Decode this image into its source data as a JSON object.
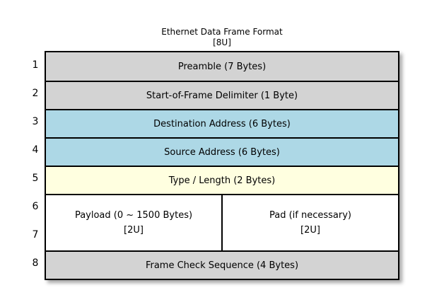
{
  "title": {
    "line1": "Ethernet Data Frame Format",
    "line2": "[8U]"
  },
  "colors": {
    "gray": "#d3d3d3",
    "blue": "#add8e6",
    "yellow": "#ffffe0",
    "white": "#ffffff",
    "border": "#000000"
  },
  "row_numbers": [
    "1",
    "2",
    "3",
    "4",
    "5",
    "6",
    "7",
    "8"
  ],
  "rows": [
    {
      "label": "Preamble (7 Bytes)",
      "color": "#d3d3d3",
      "units": 1
    },
    {
      "label": "Start-of-Frame Delimiter (1 Byte)",
      "color": "#d3d3d3",
      "units": 1
    },
    {
      "label": "Destination Address (6 Bytes)",
      "color": "#add8e6",
      "units": 1
    },
    {
      "label": "Source Address (6 Bytes)",
      "color": "#add8e6",
      "units": 1
    },
    {
      "label": "Type / Length (2 Bytes)",
      "color": "#ffffe0",
      "units": 1
    },
    {
      "color": "#ffffff",
      "units": 2,
      "split": [
        {
          "line1": "Payload (0 ~ 1500 Bytes)",
          "line2": "[2U]"
        },
        {
          "line1": "Pad (if necessary)",
          "line2": "[2U]"
        }
      ]
    },
    {
      "label": "Frame Check Sequence (4 Bytes)",
      "color": "#d3d3d3",
      "units": 1
    }
  ]
}
